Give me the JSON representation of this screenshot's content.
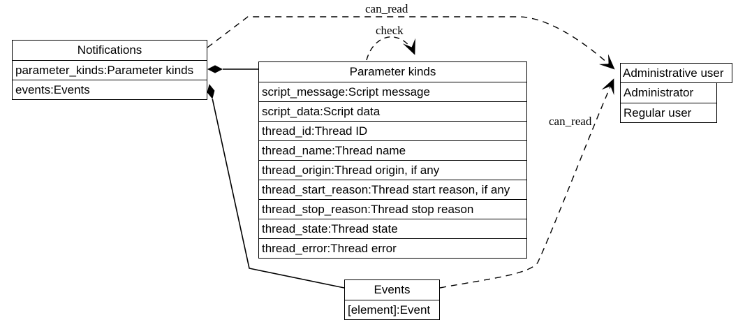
{
  "diagram": {
    "boxes": {
      "notifications": {
        "title": "Notifications",
        "rows": [
          "parameter_kinds:Parameter kinds",
          "events:Events"
        ]
      },
      "parameter_kinds": {
        "title": "Parameter kinds",
        "rows": [
          "script_message:Script message",
          "script_data:Script data",
          "thread_id:Thread ID",
          "thread_name:Thread name",
          "thread_origin:Thread origin, if any",
          "thread_start_reason:Thread start reason, if any",
          "thread_stop_reason:Thread stop reason",
          "thread_state:Thread state",
          "thread_error:Thread error"
        ]
      },
      "administrative_user": {
        "title": "Administrative user",
        "rows": [
          "Administrator",
          "Regular user"
        ]
      },
      "events": {
        "title": "Events",
        "rows": [
          "[element]:Event"
        ]
      }
    },
    "edges": [
      {
        "from": "Notifications",
        "to": "Administrative user",
        "label": "can_read",
        "style": "dashed-arrow"
      },
      {
        "from": "Parameter kinds",
        "to": "Parameter kinds",
        "label": "check",
        "style": "dashed-arrow-self-loop"
      },
      {
        "from": "Events",
        "to": "Administrative user",
        "label": "can_read",
        "style": "dashed-arrow"
      },
      {
        "from": "Notifications.parameter_kinds",
        "to": "Parameter kinds",
        "label": "",
        "style": "solid-composition-diamond"
      },
      {
        "from": "Notifications.events",
        "to": "Events",
        "label": "",
        "style": "solid-composition-diamond"
      }
    ],
    "colors": {
      "line": "#000000",
      "background": "#ffffff",
      "text": "#000000"
    }
  }
}
